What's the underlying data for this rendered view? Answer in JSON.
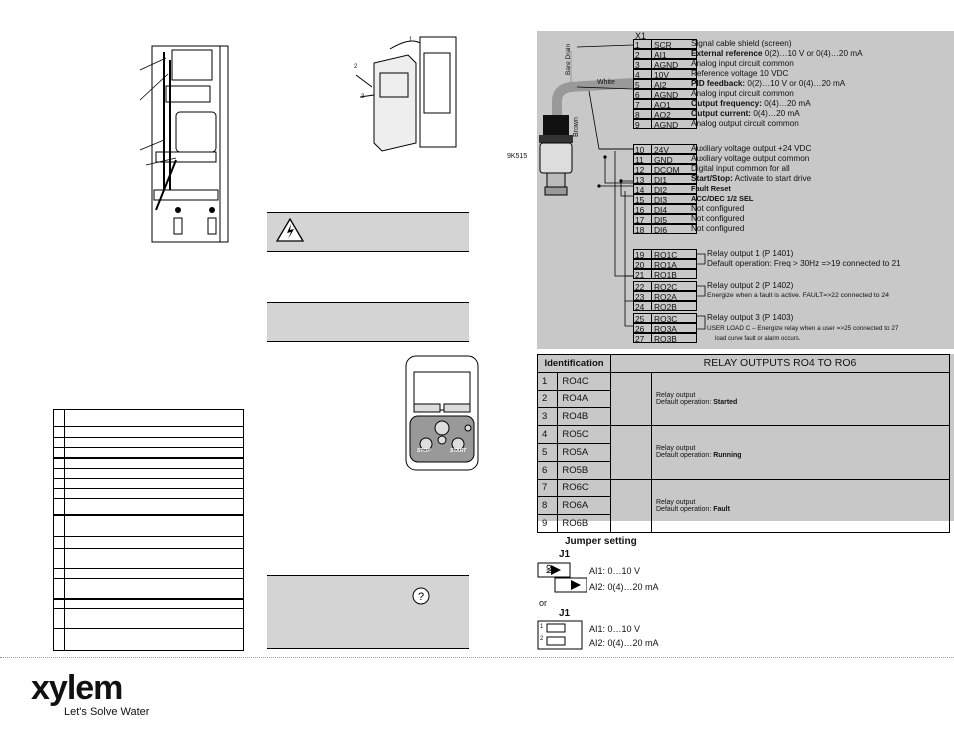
{
  "x1": {
    "header": "X1",
    "rows": [
      {
        "num": "1",
        "sig": "SCR",
        "desc": "Signal cable shield (screen)",
        "bold": ""
      },
      {
        "num": "2",
        "sig": "AI1",
        "desc": " 0(2)…10 V or 0(4)…20 mA",
        "bold": "External reference"
      },
      {
        "num": "3",
        "sig": "AGND",
        "desc": "Analog input circuit common",
        "bold": ""
      },
      {
        "num": "4",
        "sig": "10V",
        "desc": "Reference voltage 10 VDC",
        "bold": ""
      },
      {
        "num": "5",
        "sig": "AI2",
        "desc": " 0(2)…10 V or 0(4)…20 mA",
        "bold": "PID feedback:"
      },
      {
        "num": "6",
        "sig": "AGND",
        "desc": "Analog input circuit common",
        "bold": ""
      },
      {
        "num": "7",
        "sig": "AO1",
        "desc": " 0(4)…20 mA",
        "bold": "Output frequency:"
      },
      {
        "num": "8",
        "sig": "AO2",
        "desc": " 0(4)…20 mA",
        "bold": "Output current:"
      },
      {
        "num": "9",
        "sig": "AGND",
        "desc": "Analog output circuit common",
        "bold": ""
      },
      {
        "num": "10",
        "sig": "24V",
        "desc": "Auxiliary voltage output +24 VDC",
        "bold": ""
      },
      {
        "num": "11",
        "sig": "GND",
        "desc": "Auxiliary voltage output common",
        "bold": ""
      },
      {
        "num": "12",
        "sig": "DCOM",
        "desc": "Digital input common for all",
        "bold": ""
      },
      {
        "num": "13",
        "sig": "DI1",
        "desc": " Activate to start drive",
        "bold": "Start/Stop:"
      },
      {
        "num": "14",
        "sig": "DI2",
        "desc": "",
        "bold": "Fault Reset"
      },
      {
        "num": "15",
        "sig": "DI3",
        "desc": "",
        "bold": "ACC/DEC 1/2 SEL"
      },
      {
        "num": "16",
        "sig": "DI4",
        "desc": "Not configured",
        "bold": ""
      },
      {
        "num": "17",
        "sig": "DI5",
        "desc": "Not configured",
        "bold": ""
      },
      {
        "num": "18",
        "sig": "DI6",
        "desc": "Not configured",
        "bold": ""
      },
      {
        "num": "19",
        "sig": "RO1C",
        "desc": "Relay output 1 (P 1401)",
        "bold": ""
      },
      {
        "num": "20",
        "sig": "RO1A",
        "desc": "Default operation: Freq > 30Hz =>19 connected to 21",
        "bold": ""
      },
      {
        "num": "21",
        "sig": "RO1B",
        "desc": "",
        "bold": ""
      },
      {
        "num": "22",
        "sig": "RO2C",
        "desc": "Relay output 2 (P 1402)",
        "bold": ""
      },
      {
        "num": "23",
        "sig": "RO2A",
        "desc": "Energize when a fault is active.  FAULT=>22 connected to 24",
        "bold": ""
      },
      {
        "num": "24",
        "sig": "RO2B",
        "desc": "",
        "bold": ""
      },
      {
        "num": "25",
        "sig": "RO3C",
        "desc": "Relay output 3 (P 1403)",
        "bold": ""
      },
      {
        "num": "26",
        "sig": "RO3A",
        "desc": "USER LOAD C – Energize relay when a user =>25 connected to 27",
        "bold": ""
      },
      {
        "num": "27",
        "sig": "RO3B",
        "desc": "load curve fault or alarm occurs.",
        "bold": ""
      }
    ],
    "wire_labels": {
      "bare": "Bare Drain",
      "white": "White",
      "brown": "Brown",
      "sensor": "9K515"
    }
  },
  "relay": {
    "col1": "Identification",
    "col2": "RELAY OUTPUTS RO4 TO RO6",
    "rows": [
      {
        "n": "1",
        "id": "RO4C"
      },
      {
        "n": "2",
        "id": "RO4A"
      },
      {
        "n": "3",
        "id": "RO4B"
      },
      {
        "n": "4",
        "id": "RO5C"
      },
      {
        "n": "5",
        "id": "RO5A"
      },
      {
        "n": "6",
        "id": "RO5B"
      },
      {
        "n": "7",
        "id": "RO6C"
      },
      {
        "n": "8",
        "id": "RO6A"
      },
      {
        "n": "9",
        "id": "RO6B"
      }
    ],
    "groups": [
      {
        "label": "Relay output",
        "op_prefix": "Default operation: ",
        "op": "Started"
      },
      {
        "label": "Relay output",
        "op_prefix": "Default operation: ",
        "op": "Running"
      },
      {
        "label": "Relay output",
        "op_prefix": "Default operation: ",
        "op": "Fault"
      }
    ]
  },
  "jumper": {
    "title": "Jumper setting",
    "j1": "J1",
    "ai1": "AI1: 0…10 V",
    "ai2": "AI2: 0(4)…20 mA",
    "or": "or",
    "on": "ON",
    "one": "1",
    "two": "2"
  },
  "footer": {
    "logo": "xylem",
    "tagline": "Let's Solve Water"
  },
  "figure_labels": {
    "f1": "1",
    "f2": "2",
    "f3": "3"
  },
  "keypad": {
    "stop": "STOP",
    "start": "START"
  }
}
